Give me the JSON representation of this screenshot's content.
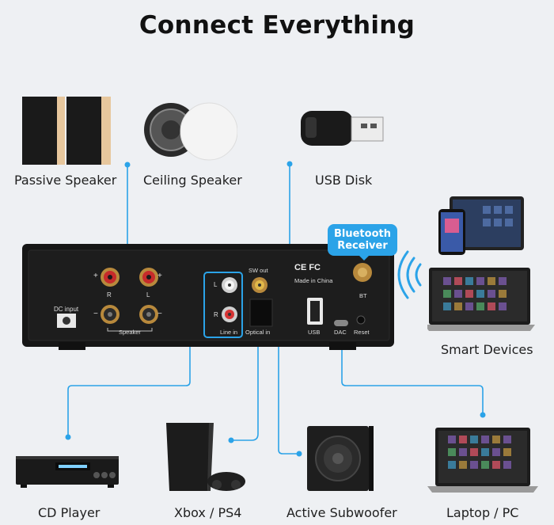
{
  "title": "Connect Everything",
  "devices": {
    "passive_speaker": "Passive Speaker",
    "ceiling_speaker": "Ceiling Speaker",
    "usb_disk": "USB Disk",
    "smart_devices": "Smart Devices",
    "cd_player": "CD Player",
    "xbox_ps4": "Xbox / PS4",
    "active_subwoofer": "Active Subwoofer",
    "laptop_pc": "Laptop / PC"
  },
  "bluetooth_badge": {
    "line1": "Bluetooth",
    "line2": "Receiver"
  },
  "panel": {
    "dc_input": "DC input",
    "speaker": "Speaker",
    "plus": "+",
    "minus": "−",
    "r": "R",
    "l": "L",
    "line_in": "Line in",
    "sw_out": "SW out",
    "optical_in": "Optical in",
    "certifications": "CE FC",
    "made_in": "Made in China",
    "usb": "USB",
    "dac": "DAC",
    "reset": "Reset",
    "bt": "BT"
  },
  "colors": {
    "accent": "#2ba3e8",
    "panel": "#141414",
    "background": "#eef0f3"
  }
}
